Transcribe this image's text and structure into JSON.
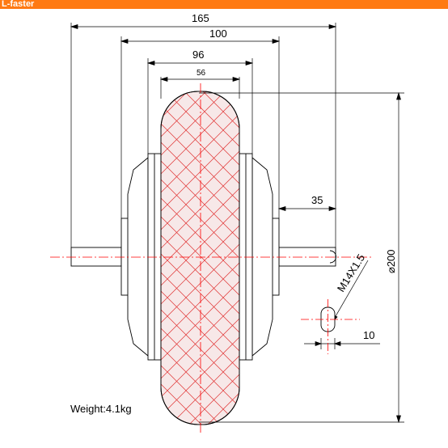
{
  "brand": {
    "name": "L-faster",
    "color": "#ff7a12"
  },
  "drawing": {
    "dimensions": {
      "overall_width": "165",
      "flange_width": "100",
      "body_width": "96",
      "tire_width": "56",
      "right_offset": "35",
      "diameter": "⌀200",
      "thread": "M14X1.5",
      "flat_width": "10"
    },
    "weight_label": "Weight:4.1kg",
    "colors": {
      "line": "#000000",
      "tire_fill": "#f7e8e8",
      "hatch": "#e03030",
      "centerline": "#ff0000"
    }
  }
}
